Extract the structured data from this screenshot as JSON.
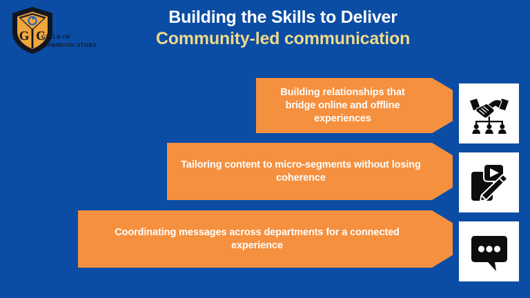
{
  "slide": {
    "background_color": "#0B4DA5",
    "accent_orange": "#F5903F",
    "accent_yellow": "#EFD98A",
    "card_white": "#FFFFFF"
  },
  "logo": {
    "icon_name": "guild-of-communicators-shield-logo",
    "monogram_left": "G",
    "monogram_right": "C",
    "wordmark_line1": "GUILD OF",
    "wordmark_line2": "COMMUNICATORS"
  },
  "title": {
    "line1": "Building the Skills to Deliver",
    "line2": "Community-led communication"
  },
  "items": [
    {
      "text": "Building relationships that bridge online and offline experiences",
      "icon_name": "handshake-network-icon"
    },
    {
      "text": "Tailoring content to micro-segments without losing coherence",
      "icon_name": "content-editing-pencil-icon"
    },
    {
      "text": "Coordinating messages across departments for a connected experience",
      "icon_name": "speech-bubble-dots-icon"
    }
  ]
}
